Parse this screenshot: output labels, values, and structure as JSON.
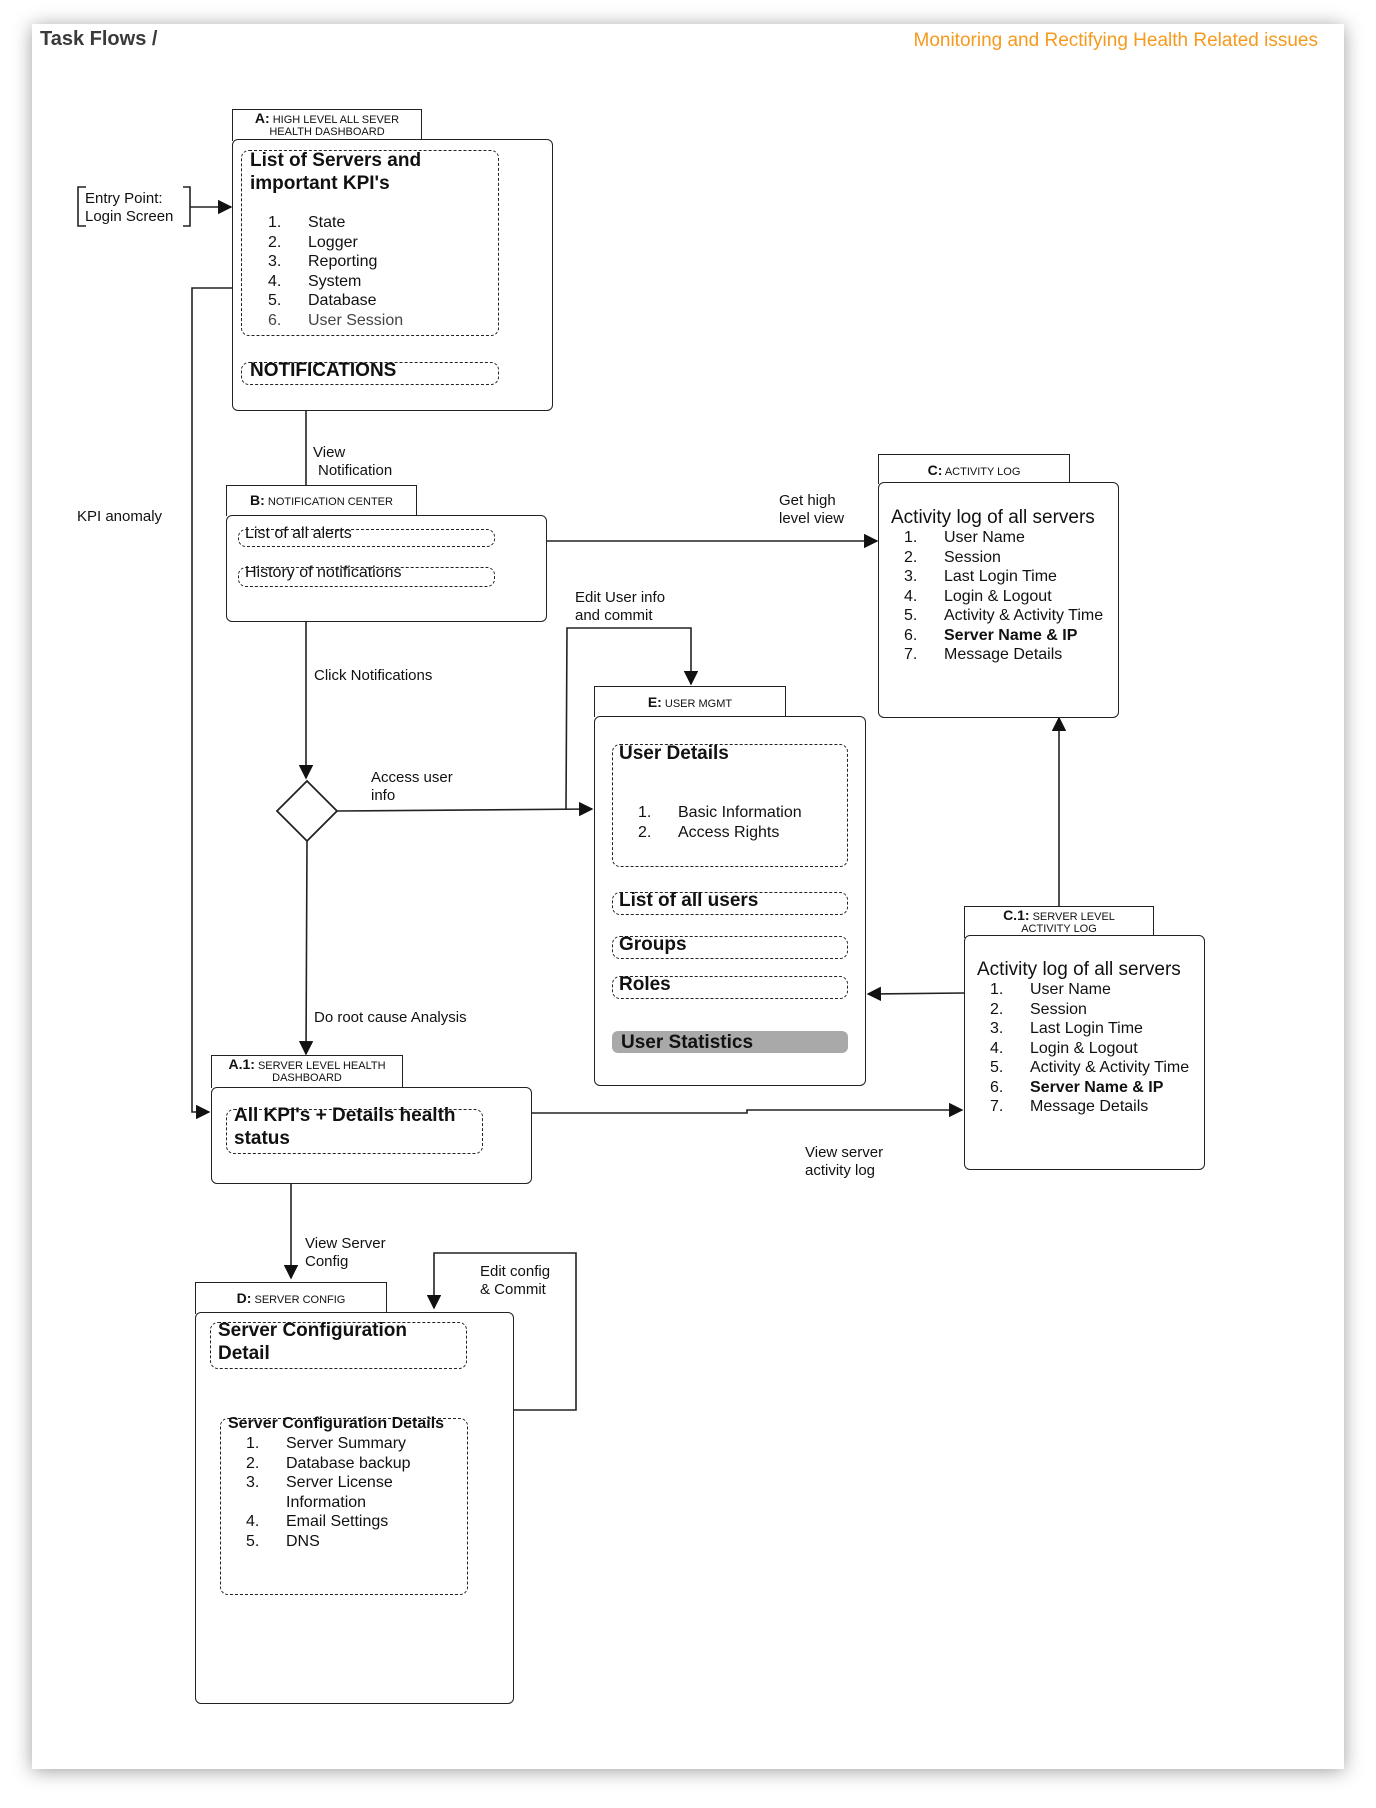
{
  "header": {
    "title": "Task Flows /",
    "subtitle": "Monitoring and Rectifying Health Related issues"
  },
  "entry_point": {
    "line1": "Entry Point:",
    "line2": "Login Screen"
  },
  "screen_a": {
    "tab_id": "A:",
    "tab_label_1": "HIGH LEVEL ALL SEVER",
    "tab_label_2": "HEALTH DASHBOARD",
    "heading_1": "List of Servers and",
    "heading_2": "important KPI's",
    "items": [
      {
        "num": "1.",
        "label": "State"
      },
      {
        "num": "2.",
        "label": "Logger"
      },
      {
        "num": "3.",
        "label": "Reporting"
      },
      {
        "num": "4.",
        "label": "System"
      },
      {
        "num": "5.",
        "label": "Database"
      },
      {
        "num": "6.",
        "label": "User Session"
      }
    ],
    "notifications": "NOTIFICATIONS"
  },
  "screen_b": {
    "tab_id": "B:",
    "tab_label": "NOTIFICATION CENTER",
    "item_1": "List of all alerts",
    "item_2": "History of notifications"
  },
  "screen_c": {
    "tab_id": "C:",
    "tab_label": "ACTIVITY LOG",
    "heading": "Activity log of all servers",
    "items": [
      {
        "num": "1.",
        "label": "User Name",
        "bold": false
      },
      {
        "num": "2.",
        "label": "Session",
        "bold": false
      },
      {
        "num": "3.",
        "label": "Last Login Time",
        "bold": false
      },
      {
        "num": "4.",
        "label": "Login & Logout",
        "bold": false
      },
      {
        "num": "5.",
        "label": "Activity & Activity Time",
        "bold": false
      },
      {
        "num": "6.",
        "label": "Server Name & IP",
        "bold": true
      },
      {
        "num": "7.",
        "label": "Message Details",
        "bold": false
      }
    ]
  },
  "screen_c1": {
    "tab_id": "C.1:",
    "tab_label_1": "SERVER LEVEL",
    "tab_label_2": "ACTIVITY LOG",
    "heading": "Activity log of all servers",
    "items": [
      {
        "num": "1.",
        "label": "User Name",
        "bold": false
      },
      {
        "num": "2.",
        "label": "Session",
        "bold": false
      },
      {
        "num": "3.",
        "label": "Last Login Time",
        "bold": false
      },
      {
        "num": "4.",
        "label": "Login & Logout",
        "bold": false
      },
      {
        "num": "5.",
        "label": "Activity & Activity Time",
        "bold": false
      },
      {
        "num": "6.",
        "label": "Server Name & IP",
        "bold": true
      },
      {
        "num": "7.",
        "label": "Message Details",
        "bold": false
      }
    ]
  },
  "screen_e": {
    "tab_id": "E:",
    "tab_label": "USER MGMT",
    "user_details": "User Details",
    "items": [
      {
        "num": "1.",
        "label": "Basic Information"
      },
      {
        "num": "2.",
        "label": "Access Rights"
      }
    ],
    "list_users": "List of all users",
    "groups": "Groups",
    "roles": "Roles",
    "user_statistics": "User Statistics"
  },
  "screen_a1": {
    "tab_id": "A.1:",
    "tab_label_1": "SERVER LEVEL HEALTH",
    "tab_label_2": "DASHBOARD",
    "heading_1": "All KPI's + Details health",
    "heading_2": "status"
  },
  "screen_d": {
    "tab_id": "D:",
    "tab_label": "SERVER CONFIG",
    "heading_1": "Server Configuration",
    "heading_2": "Detail",
    "details_heading": "Server Configuration Details",
    "items": [
      {
        "num": "1.",
        "label": "Server Summary"
      },
      {
        "num": "2.",
        "label": "Database backup"
      },
      {
        "num": "3.",
        "label": "Server License"
      },
      {
        "num": "",
        "label": "Information"
      },
      {
        "num": "4.",
        "label": "Email Settings"
      },
      {
        "num": "5.",
        "label": "DNS"
      }
    ]
  },
  "edges": {
    "view_notification_1": "View",
    "view_notification_2": "Notification",
    "kpi_anomaly": "KPI anomaly",
    "get_high_1": "Get high",
    "get_high_2": "level view",
    "edit_user_1": "Edit User info",
    "edit_user_2": "and commit",
    "click_notifications": "Click Notifications",
    "access_user_1": "Access user",
    "access_user_2": "info",
    "root_cause": "Do root cause Analysis",
    "view_server_log_1": "View server",
    "view_server_log_2": "activity log",
    "view_server_config_1": "View Server",
    "view_server_config_2": "Config",
    "edit_config_1": "Edit config",
    "edit_config_2": "& Commit"
  }
}
